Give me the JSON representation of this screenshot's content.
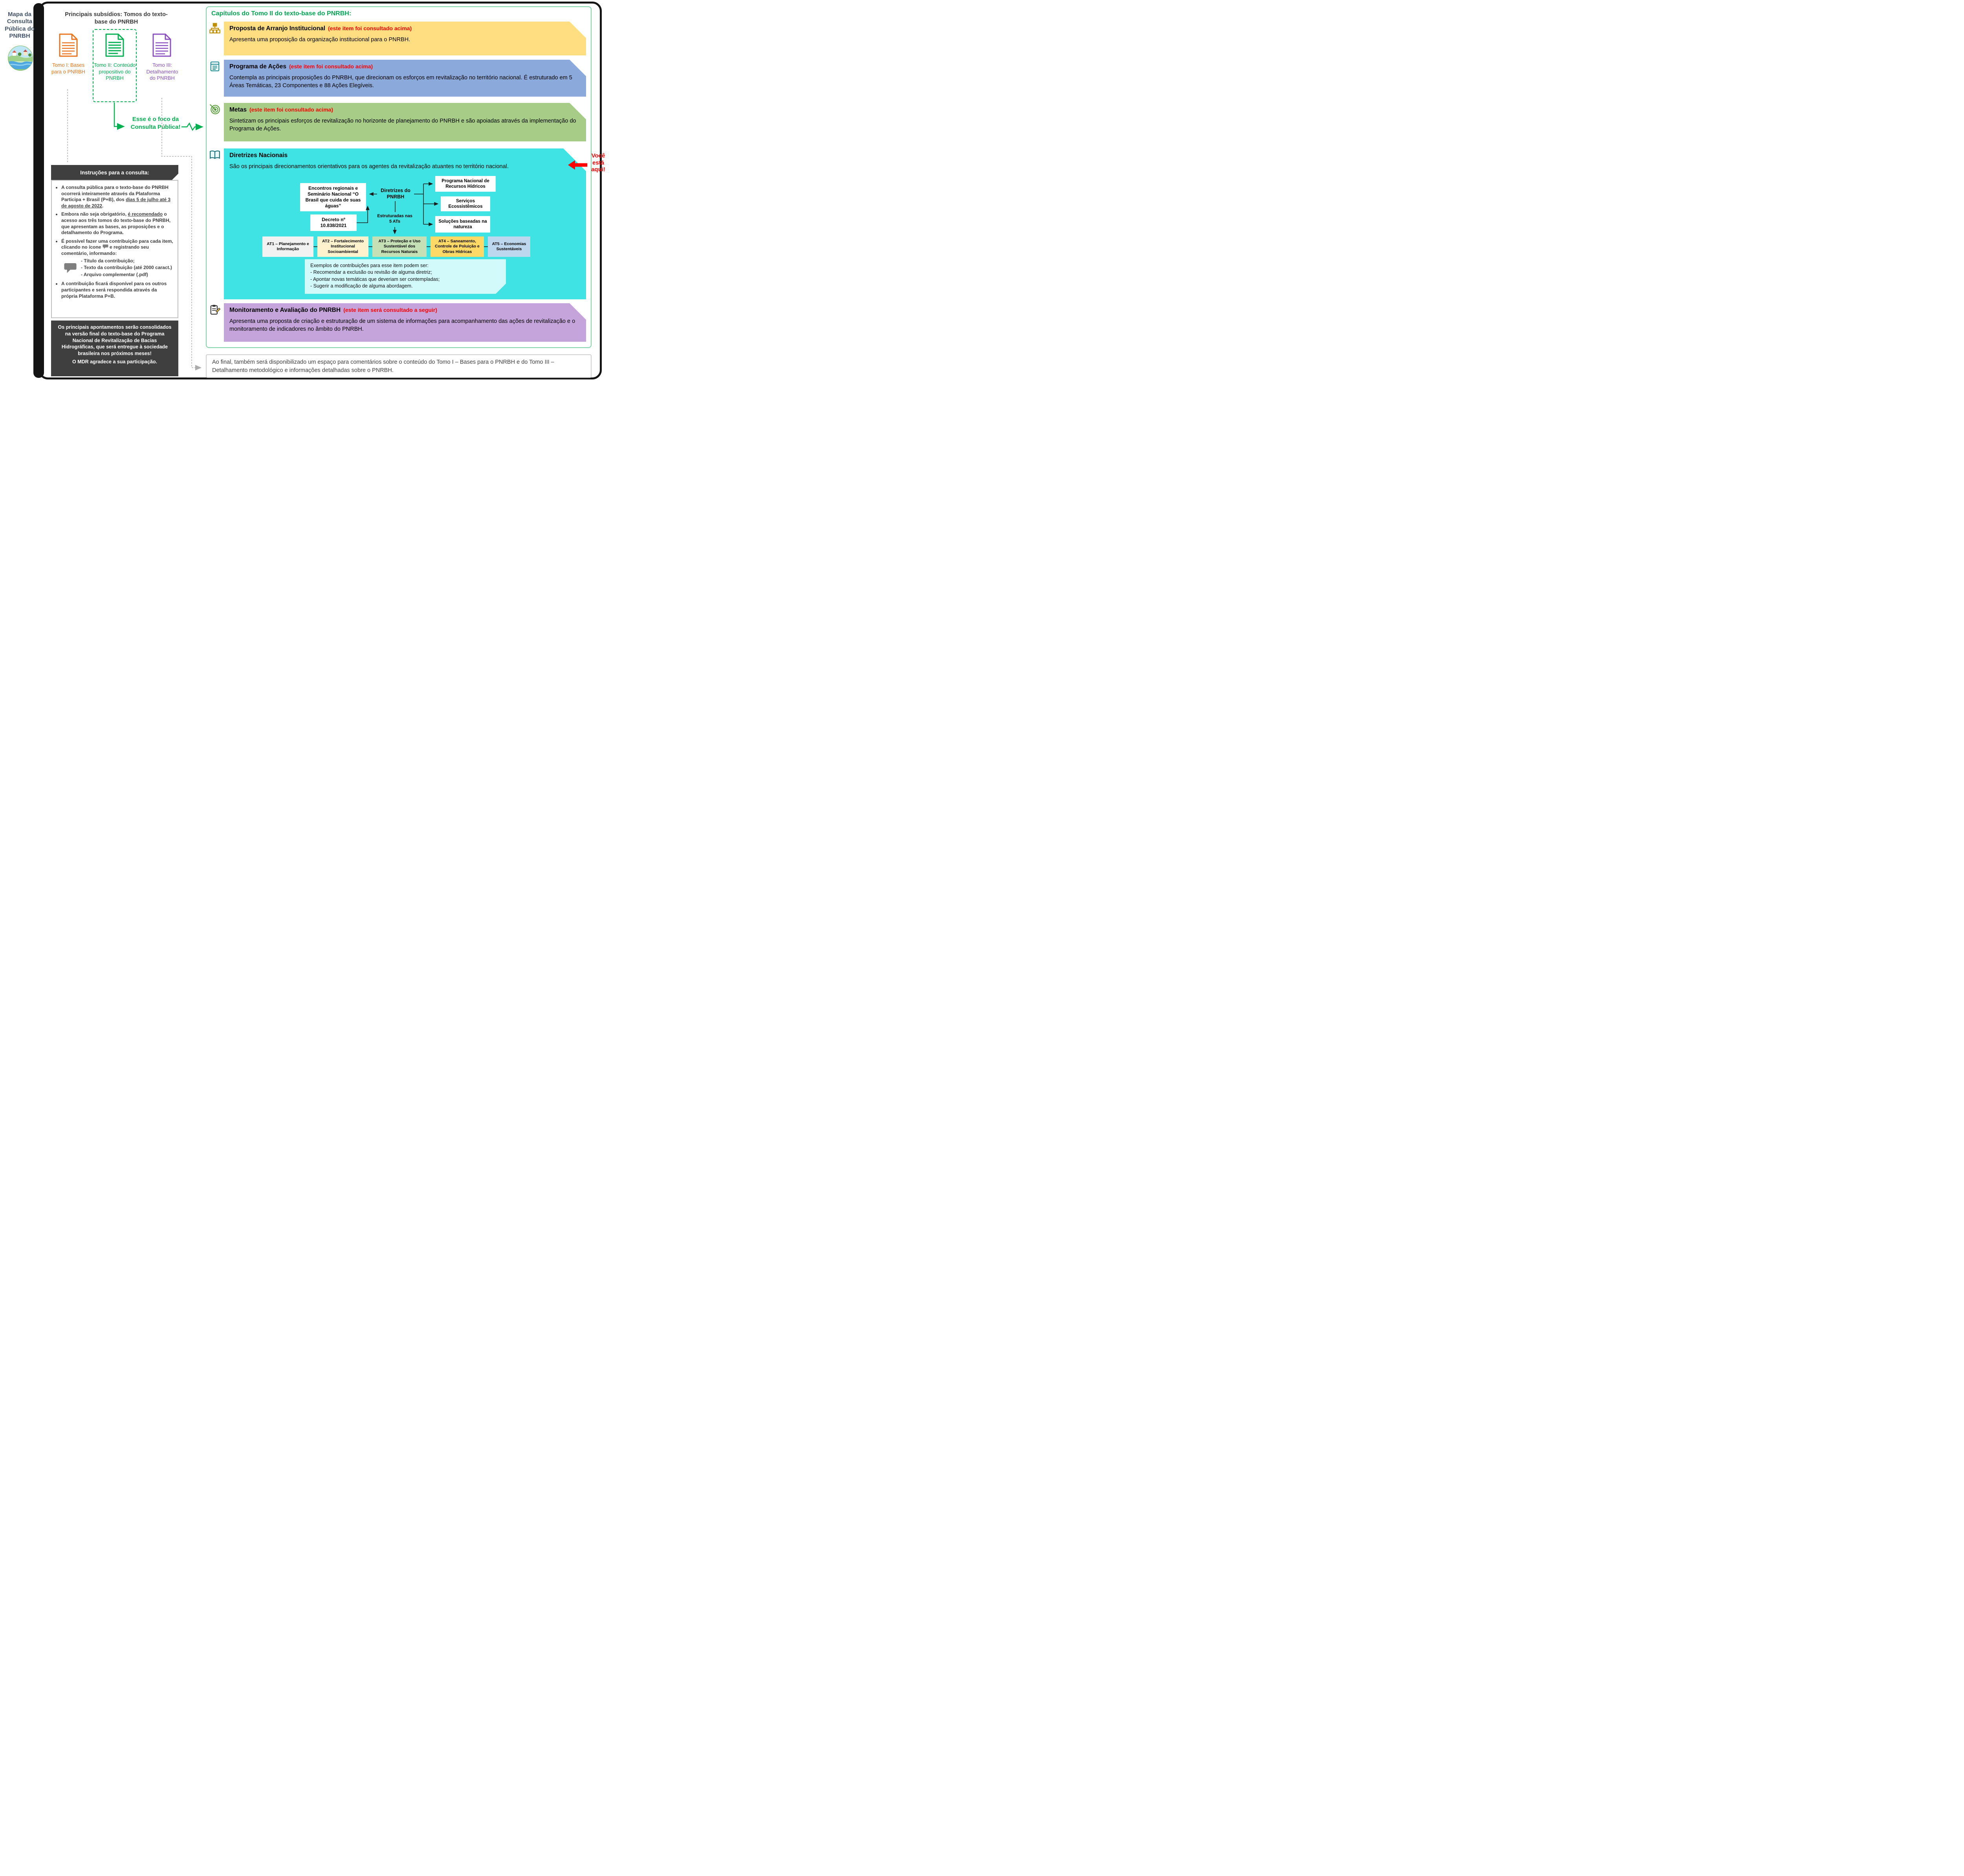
{
  "sidebar": {
    "title": "Mapa da Consulta Pública do PNRBH"
  },
  "subsidios": {
    "heading": "Principais subsídios: Tomos do texto-base do PNRBH",
    "tomos": [
      {
        "label": "Tomo I: Bases para o PNRBH",
        "color": "#E8731A"
      },
      {
        "label": "Tomo II: Conteúdo propositivo do PNRBH",
        "color": "#00B050"
      },
      {
        "label": "Tomo III: Detalhamento do PNRBH",
        "color": "#8A4FBF"
      }
    ],
    "focus_note": "Esse é o foco da Consulta Pública!"
  },
  "instructions": {
    "header": "Instruções para a consulta:",
    "items": [
      {
        "pre": "A consulta pública para o texto-base do PNRBH ocorrerá inteiramente através da Plataforma Participa + Brasil (P+B), dos ",
        "underline": "dias 5 de julho até 3 de agosto de 2022",
        "post": "."
      },
      {
        "pre": "Embora não seja obrigatório, ",
        "underline": "é recomendado",
        "post": " o acesso aos três tomos do texto-base do PNRBH, que apresentam as bases, as proposições e o detalhamento do Programa."
      },
      {
        "pre": "É possível fazer uma contribuição para cada item, clicando no ícone ",
        "post": " e registrando seu comentário, informando:"
      },
      {
        "pre": "A contribuição ficará disponível para os outros participantes e será respondida através da própria Plataforma P+B."
      }
    ],
    "sub_items": [
      "- Título da contribuição;",
      "- Texto da contribuição (até 2000 caract.)",
      "- Arquivo complementar (.pdf)"
    ]
  },
  "final_box": {
    "line1": "Os principais apontamentos serão consolidados na versão final do texto-base do Programa Nacional de Revitalização de Bacias Hidrográficas, que será entregue à sociedade brasileira nos próximos meses!",
    "line2": "O MDR agradece a sua participação."
  },
  "chapters": {
    "title": "Capítulos do Tomo II do texto-base do PNRBH:",
    "sections": [
      {
        "title": "Proposta de Arranjo Institucional",
        "tag": "(este item foi consultado acima)",
        "description": "Apresenta uma proposição da organização institucional para o PNRBH.",
        "color": "#FFDE82"
      },
      {
        "title": "Programa de Ações",
        "tag": "(este item foi consultado acima)",
        "description": "Contempla as principais proposições do PNRBH, que direcionam os esforços em revitalização no território nacional. É estruturado em 5 Áreas Temáticas,  23 Componentes e 88 Ações Elegíveis.",
        "color": "#8CA9DB"
      },
      {
        "title": "Metas",
        "tag": "(este item foi consultado acima)",
        "description": "Sintetizam os principais esforços de revitalização no horizonte de planejamento do PNRBH e são apoiadas através da implementação do Programa de Ações.",
        "color": "#A6CC87"
      },
      {
        "title": "Diretrizes Nacionais",
        "tag": "",
        "description": "São os principais direcionamentos orientativos para os agentes da revitalização atuantes no território nacional.",
        "color": "#3FE3E3"
      },
      {
        "title": "Monitoramento e Avaliação do PNRBH",
        "tag": "(este item será consultado a seguir)",
        "description": "Apresenta uma proposta de criação e estruturação de um sistema de informações para acompanhamento das ações de revitalização e o monitoramento de indicadores no âmbito do PNRBH.",
        "color": "#C5A3DB"
      }
    ]
  },
  "diagram": {
    "encontros": "Encontros regionais e Seminário Nacional “O Brasil que cuida de suas águas”",
    "center": "Diretrizes do PNRBH",
    "right_boxes": [
      "Programa Nacional de Recursos Hídricos",
      "Serviços Ecossistêmicos",
      "Soluções baseadas na natureza"
    ],
    "decreto": "Decreto nº 10.838/2021",
    "estruturadas": "Estruturadas nas 5 ATs",
    "ats": [
      {
        "label": "AT1 – Planejamento e Informação",
        "color": "#F2F2F2"
      },
      {
        "label": "AT2 – Fortalecimento Institucional Socioambiental",
        "color": "#FFF2CC"
      },
      {
        "label": "AT3 – Proteção e Uso Sustentável dos Recursos Naturais",
        "color": "#C5E0B4"
      },
      {
        "label": "AT4 – Saneamento, Controle de Poluição e Obras Hídricas",
        "color": "#FFD966"
      },
      {
        "label": "AT5 – Economias Sustentáveis",
        "color": "#BDD7EE"
      }
    ],
    "examples": {
      "title": "Exemplos de contribuições para esse item podem ser:",
      "items": [
        "- Recomendar a exclusão ou revisão de alguma diretriz;",
        "- Apontar novas temáticas que deveriam ser contempladas;",
        "- Sugerir a modificação de alguma abordagem."
      ]
    }
  },
  "you_are_here": "Você está aqui!",
  "footer_note": "Ao final, também será disponibilizado um espaço para comentários sobre o conteúdo do Tomo I – Bases para o PNRBH e do Tomo III – Detalhamento metodológico e informações detalhadas sobre o PNRBH.",
  "icons": {
    "logo": "landscape-river-logo-icon",
    "sections": [
      "org-chart-icon",
      "program-notebook-icon",
      "target-icon",
      "open-book-icon",
      "clipboard-pencil-icon"
    ],
    "comment": "speech-bubble-icon",
    "documents": "document-page-icon"
  },
  "colors": {
    "accent_green": "#00B050",
    "tomo1_orange": "#E8731A",
    "tomo3_purple": "#8A4FBF",
    "dark_box": "#3F3F3F",
    "alert_red": "#FF0000",
    "panel_border_green": "#7FD3A8"
  }
}
